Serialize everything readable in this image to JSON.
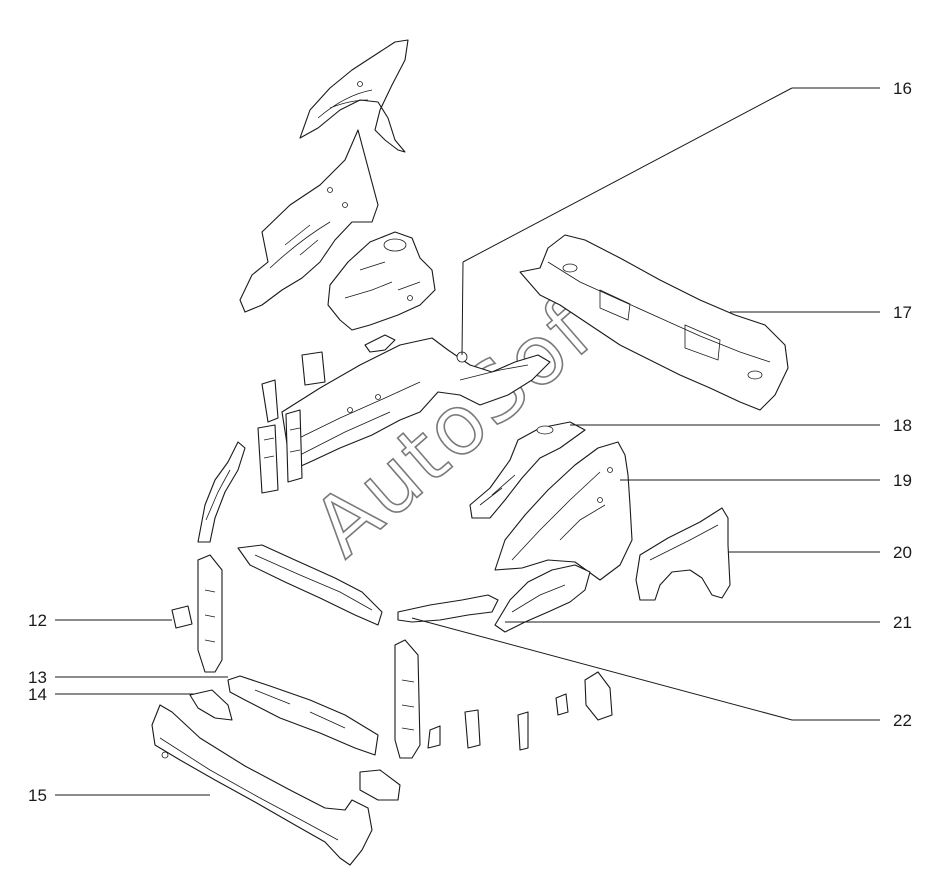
{
  "watermark": "AutoSoft",
  "callouts": {
    "c12": "12",
    "c13": "13",
    "c14": "14",
    "c15": "15",
    "c16": "16",
    "c17": "17",
    "c18": "18",
    "c19": "19",
    "c20": "20",
    "c21": "21",
    "c22": "22"
  }
}
